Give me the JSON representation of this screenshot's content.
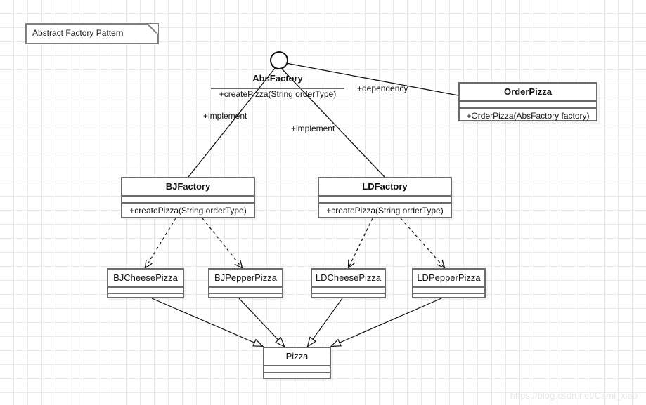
{
  "diagram": {
    "title": "Abstract Factory Pattern UML class diagram",
    "note": {
      "label": "Abstract  Factory Pattern"
    },
    "watermark": "https://blog.csdn.net/Cami_xiao",
    "colors": {
      "grid": "#e9e9e9",
      "box_border": "#6b6b6b",
      "note_border": "#808080",
      "line": "#111111",
      "text": "#111111",
      "background": "#ffffff",
      "watermark": "#e4e8ee"
    },
    "interface": {
      "name": "AbsFactory",
      "operations": [
        "+createPizza(String orderType)"
      ]
    },
    "classes": [
      {
        "id": "orderpizza",
        "name": "OrderPizza",
        "attributes": [],
        "operations": [
          "+OrderPizza(AbsFactory factory)"
        ]
      },
      {
        "id": "bjfactory",
        "name": "BJFactory",
        "attributes": [],
        "operations": [
          "+createPizza(String orderType)"
        ]
      },
      {
        "id": "ldfactory",
        "name": "LDFactory",
        "attributes": [],
        "operations": [
          "+createPizza(String orderType)"
        ]
      },
      {
        "id": "bjcheesepizza",
        "name": "BJCheesePizza",
        "attributes": [],
        "operations": []
      },
      {
        "id": "bjpepperpizza",
        "name": "BJPepperPizza",
        "attributes": [],
        "operations": []
      },
      {
        "id": "ldcheesepizza",
        "name": "LDCheesePizza",
        "attributes": [],
        "operations": []
      },
      {
        "id": "ldpepperpizza",
        "name": "LDPepperPizza",
        "attributes": [],
        "operations": []
      },
      {
        "id": "pizza",
        "name": "Pizza",
        "attributes": [],
        "operations": []
      }
    ],
    "relations": [
      {
        "id": "rel-dependency",
        "label": "+dependency",
        "from": "AbsFactory",
        "to": "OrderPizza",
        "type": "association"
      },
      {
        "id": "rel-implement-bj",
        "label": "+implement",
        "from": "BJFactory",
        "to": "AbsFactory",
        "type": "realization"
      },
      {
        "id": "rel-implement-ld",
        "label": "+implement",
        "from": "LDFactory",
        "to": "AbsFactory",
        "type": "realization"
      },
      {
        "id": "rel-bj-cheese",
        "label": "",
        "from": "BJFactory",
        "to": "BJCheesePizza",
        "type": "dependency"
      },
      {
        "id": "rel-bj-pepper",
        "label": "",
        "from": "BJFactory",
        "to": "BJPepperPizza",
        "type": "dependency"
      },
      {
        "id": "rel-ld-cheese",
        "label": "",
        "from": "LDFactory",
        "to": "LDCheesePizza",
        "type": "dependency"
      },
      {
        "id": "rel-ld-pepper",
        "label": "",
        "from": "LDFactory",
        "to": "LDPepperPizza",
        "type": "dependency"
      },
      {
        "id": "rel-gen-bjcheese",
        "label": "",
        "from": "BJCheesePizza",
        "to": "Pizza",
        "type": "generalization"
      },
      {
        "id": "rel-gen-bjpepper",
        "label": "",
        "from": "BJPepperPizza",
        "to": "Pizza",
        "type": "generalization"
      },
      {
        "id": "rel-gen-ldcheese",
        "label": "",
        "from": "LDCheesePizza",
        "to": "Pizza",
        "type": "generalization"
      },
      {
        "id": "rel-gen-ldpepper",
        "label": "",
        "from": "LDPepperPizza",
        "to": "Pizza",
        "type": "generalization"
      }
    ]
  }
}
